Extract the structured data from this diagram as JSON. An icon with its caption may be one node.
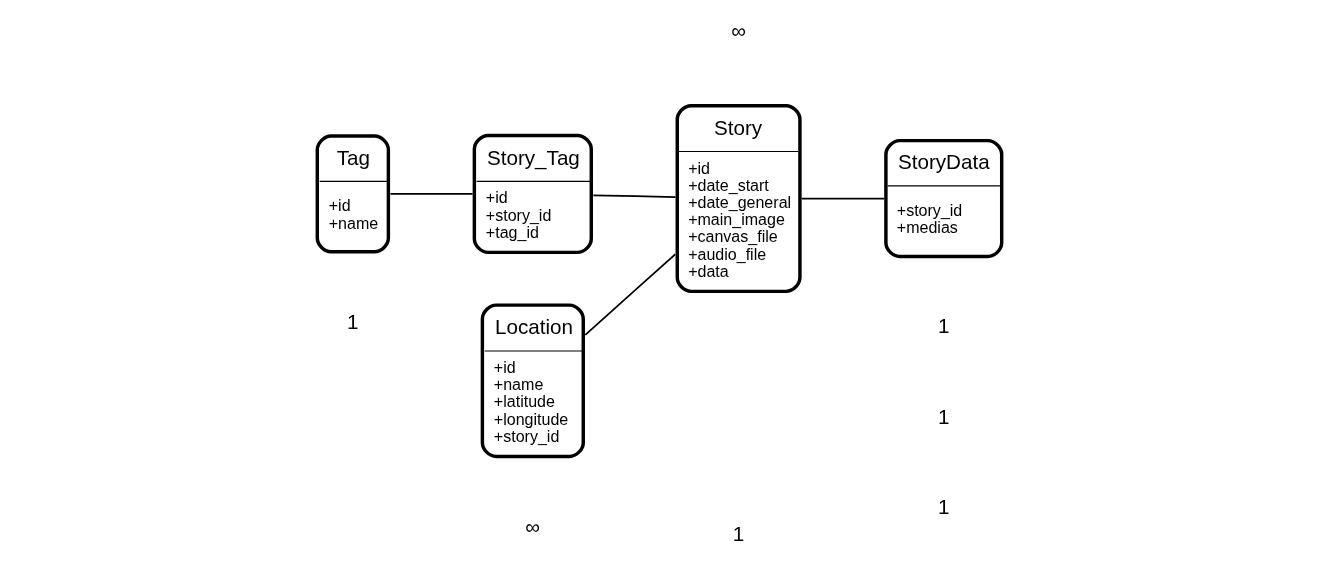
{
  "diagram": {
    "nodes": [
      {
        "text": [
          "Tag",
          "+id",
          "+name"
        ]
      },
      {
        "text": [
          "Story_Tag",
          "+id",
          "+story_id",
          "+tag_id"
        ]
      },
      {
        "text": [
          "Story",
          "+id",
          "+date_start",
          "+date_general",
          "+main_image",
          "+canvas_file",
          "+audio_file",
          "+data"
        ]
      },
      {
        "text": [
          "Location",
          "+id",
          "+name",
          "+latitude",
          "+longitude",
          "+story_id"
        ]
      },
      {
        "text": [
          "StoryData",
          "+story_id",
          "+medias"
        ]
      }
    ],
    "edges": [
      {
        "from": 0,
        "to": 1,
        "arrow": "none"
      },
      {
        "from": 1,
        "to": 2,
        "arrow": "none"
      },
      {
        "from": 3,
        "to": 2,
        "arrow": "none"
      },
      {
        "from": 2,
        "to": 4,
        "arrow": "none"
      }
    ],
    "labels": [
      "1",
      "1",
      "∞",
      "∞",
      "1",
      "1",
      "1"
    ]
  }
}
